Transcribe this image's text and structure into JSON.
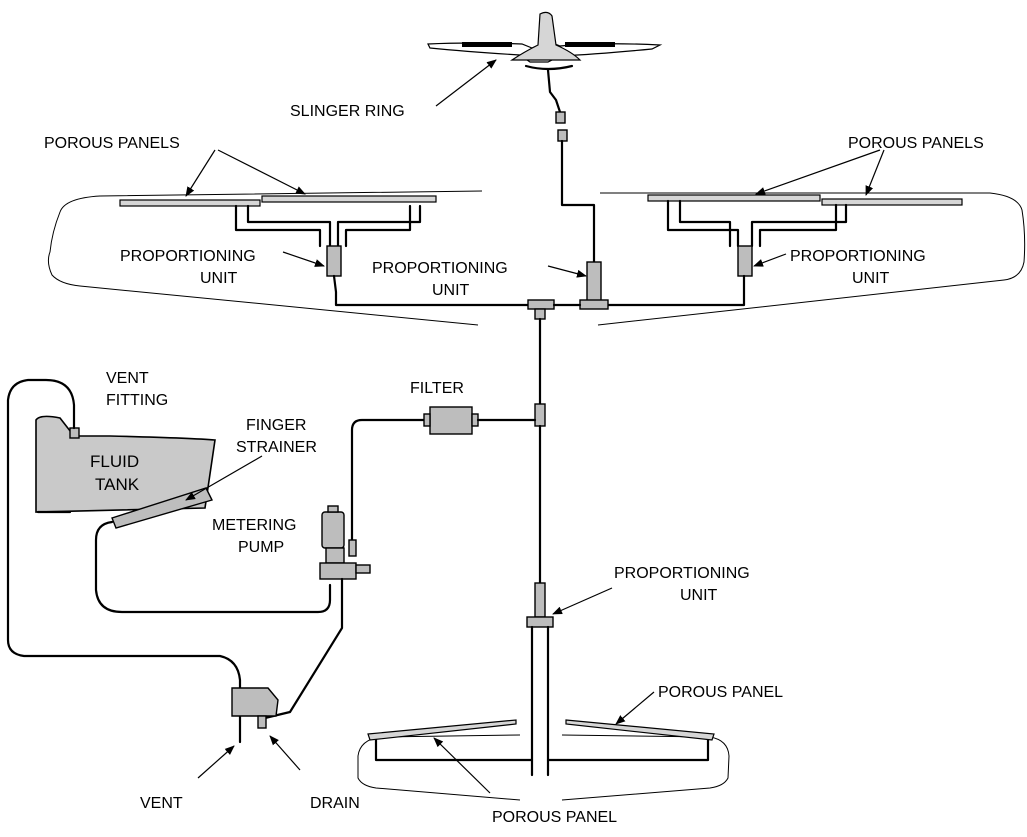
{
  "labels": {
    "slinger_ring": "SLINGER RING",
    "porous_panels_left": "POROUS PANELS",
    "porous_panels_right": "POROUS PANELS",
    "proportioning_left_1": "PROPORTIONING",
    "proportioning_left_2": "UNIT",
    "proportioning_center_1": "PROPORTIONING",
    "proportioning_center_2": "UNIT",
    "proportioning_right_1": "PROPORTIONING",
    "proportioning_right_2": "UNIT",
    "vent_fitting_1": "VENT",
    "vent_fitting_2": "FITTING",
    "filter": "FILTER",
    "finger_strainer_1": "FINGER",
    "finger_strainer_2": "STRAINER",
    "fluid_tank_1": "FLUID",
    "fluid_tank_2": "TANK",
    "metering_pump_1": "METERING",
    "metering_pump_2": "PUMP",
    "proportioning_tail_1": "PROPORTIONING",
    "proportioning_tail_2": "UNIT",
    "porous_panel_tail_right": "POROUS PANEL",
    "porous_panel_tail_left": "POROUS PANEL",
    "vent": "VENT",
    "drain": "DRAIN"
  }
}
